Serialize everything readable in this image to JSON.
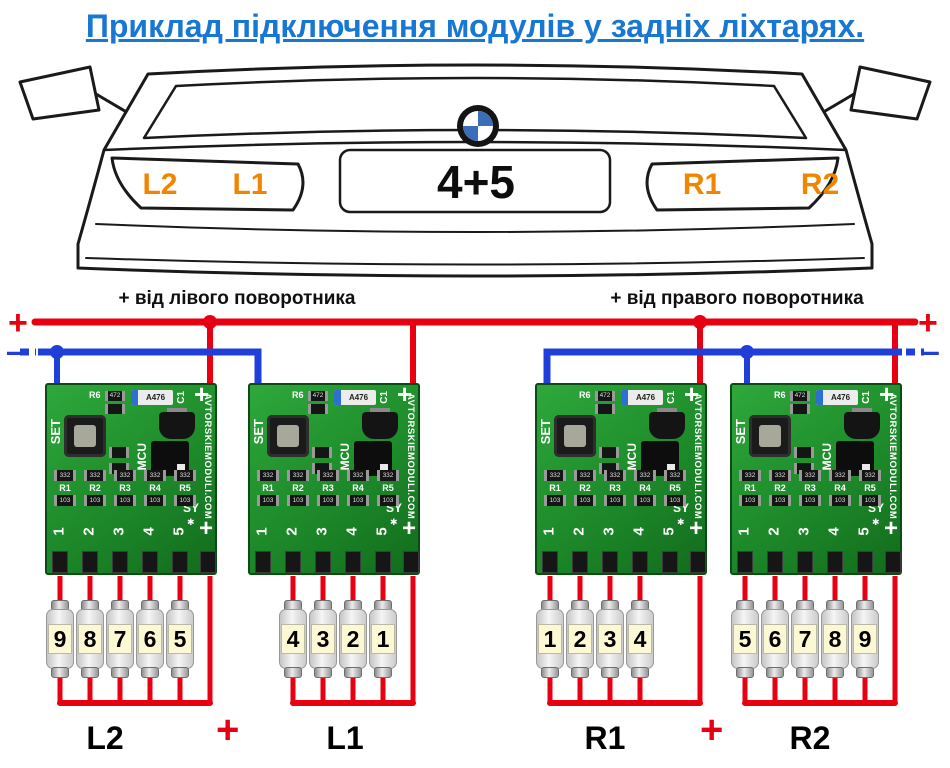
{
  "title": "Приклад підключення модулів у задніх ліхтарях.",
  "car": {
    "label_l2": "L2",
    "label_l1": "L1",
    "plate": "4+5",
    "label_r1": "R1",
    "label_r2": "R2"
  },
  "feeds": {
    "left": "+ від лівого поворотника",
    "right": "+ від правого поворотника",
    "plus_left": "+",
    "minus_left": "–",
    "plus_right": "+",
    "minus_right": "–"
  },
  "module": {
    "set_label": "SET",
    "r6_label": "R6",
    "smd_r6_mark": "472",
    "diode_label": "A476",
    "c1_label": "C1",
    "c1_plus": "+",
    "mcu_label": "MCU",
    "brand": "AVTORSKIEMODULI.COM",
    "sy_label": "SY",
    "star": "✱",
    "resistors": [
      "R1",
      "R2",
      "R3",
      "R4",
      "R5"
    ],
    "smd_top_mark": "332",
    "smd_bottom_mark": "103",
    "pins": [
      "1",
      "2",
      "3",
      "4",
      "5"
    ],
    "pin_plus": "+"
  },
  "groups": [
    {
      "name": "L2",
      "bulbs": [
        "9",
        "8",
        "7",
        "6",
        "5"
      ]
    },
    {
      "name": "L1",
      "bulbs": [
        "4",
        "3",
        "2",
        "1"
      ]
    },
    {
      "name": "R1",
      "bulbs": [
        "1",
        "2",
        "3",
        "4"
      ]
    },
    {
      "name": "R2",
      "bulbs": [
        "5",
        "6",
        "7",
        "8",
        "9"
      ]
    }
  ],
  "bottom": {
    "plus_left": "+",
    "plus_right": "+"
  },
  "colors": {
    "accent_blue": "#1777d2",
    "wire_red": "#e60012",
    "wire_blue": "#1f3fd8",
    "pcb_green": "#1d8a2a",
    "label_orange": "#f28500"
  }
}
